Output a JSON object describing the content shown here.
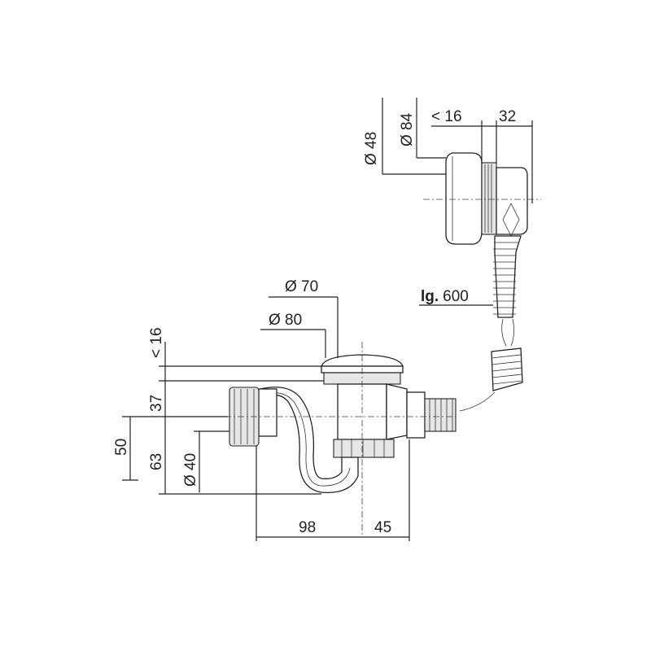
{
  "overflow_dims": {
    "d48": "Ø 48",
    "d84": "Ø 84",
    "lt16": "< 16",
    "w32": "32"
  },
  "hose": {
    "prefix": "lg.",
    "length": "600"
  },
  "drain_dims": {
    "d70": "Ø 70",
    "d80": "Ø 80",
    "lt16": "< 16",
    "h37": "37",
    "h63": "63",
    "h50": "50",
    "d40": "Ø 40",
    "w98": "98",
    "w45": "45"
  }
}
